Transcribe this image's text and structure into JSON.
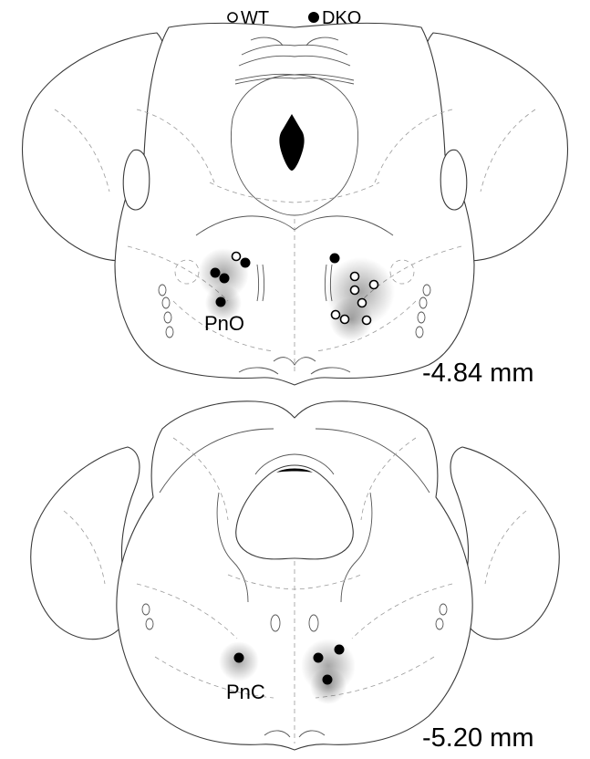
{
  "legend": {
    "wt_label": "WT",
    "dko_label": "DKO"
  },
  "sections": [
    {
      "depth_label": "-4.84 mm",
      "region_label": "PnO"
    },
    {
      "depth_label": "-5.20 mm",
      "region_label": "PnC"
    }
  ],
  "colors": {
    "wt_marker_fill": "#ffffff",
    "dko_marker_fill": "#000000",
    "outline": "#3a3a3a",
    "dashed_boundaries": "#9a9a9a"
  },
  "icons": {
    "wt_marker": "open-circle",
    "dko_marker": "filled-circle"
  }
}
